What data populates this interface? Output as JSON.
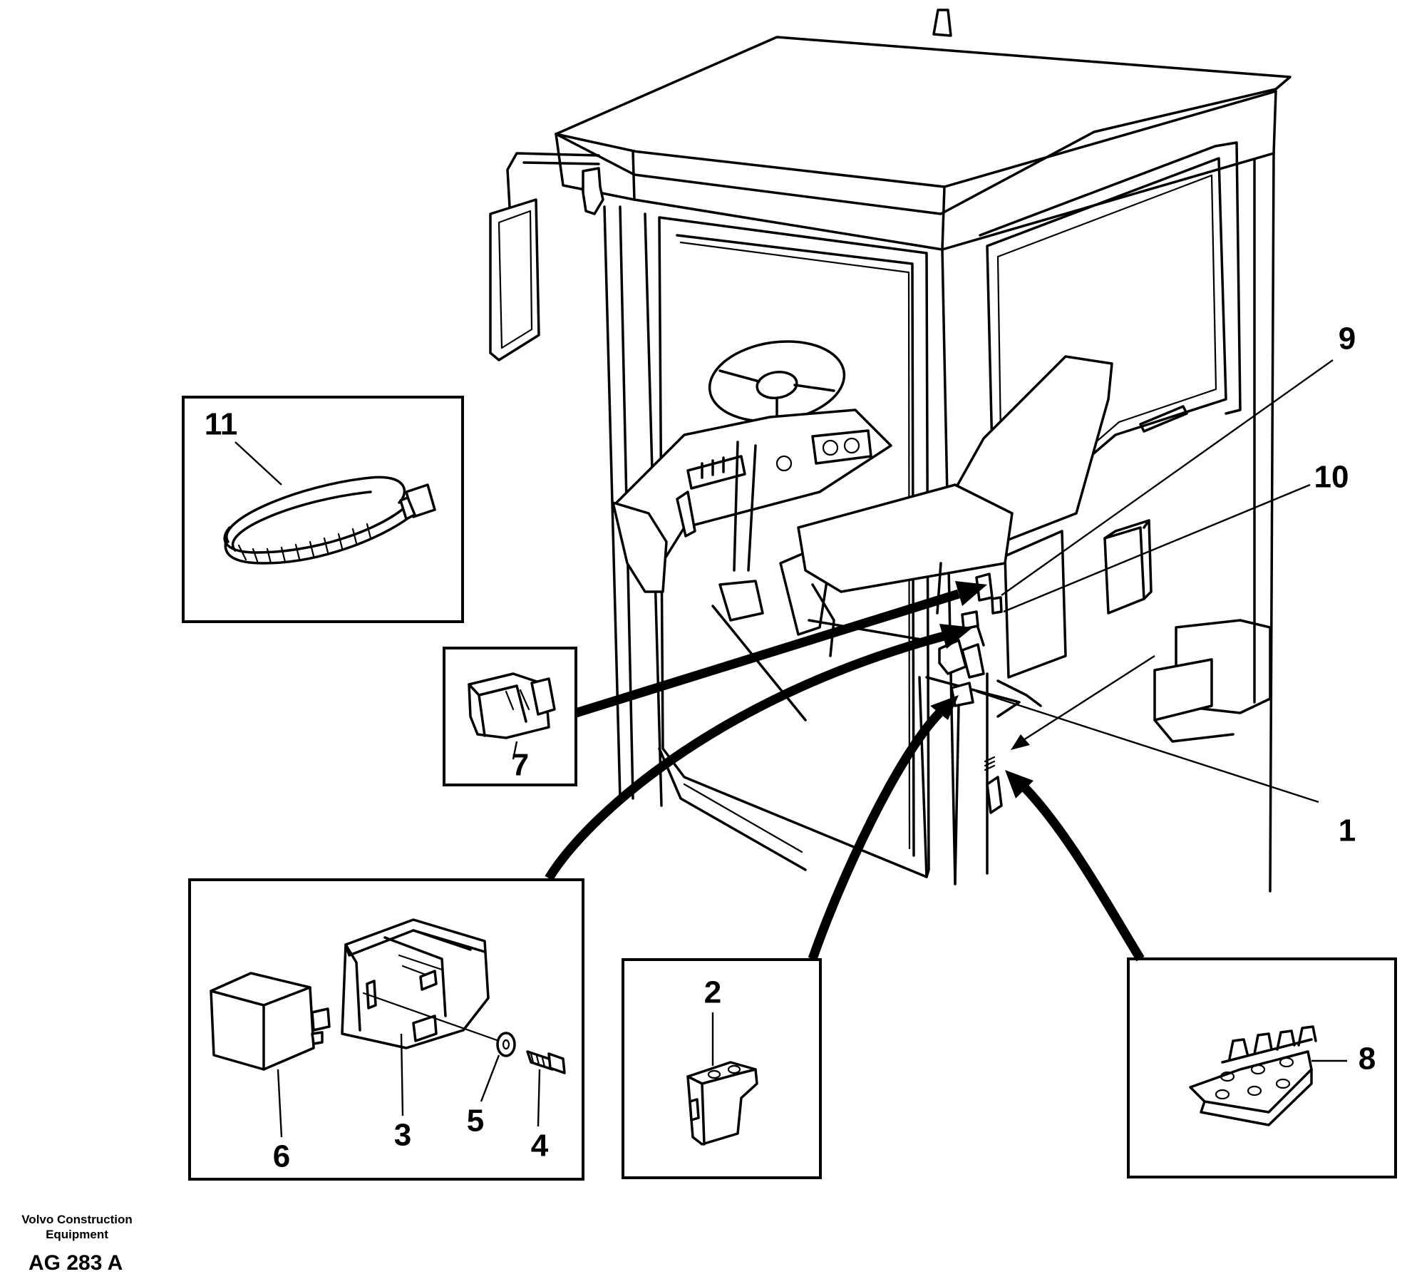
{
  "diagram": {
    "footer": {
      "company_line1": "Volvo Construction",
      "company_line2": "Equipment",
      "drawing_code": "AG 283 A"
    },
    "callouts": {
      "c1": "1",
      "c2": "2",
      "c3": "3",
      "c4": "4",
      "c5": "5",
      "c6": "6",
      "c7": "7",
      "c8": "8",
      "c9": "9",
      "c10": "10",
      "c11": "11"
    },
    "colors": {
      "ink": "#000000",
      "paper": "#ffffff"
    }
  }
}
